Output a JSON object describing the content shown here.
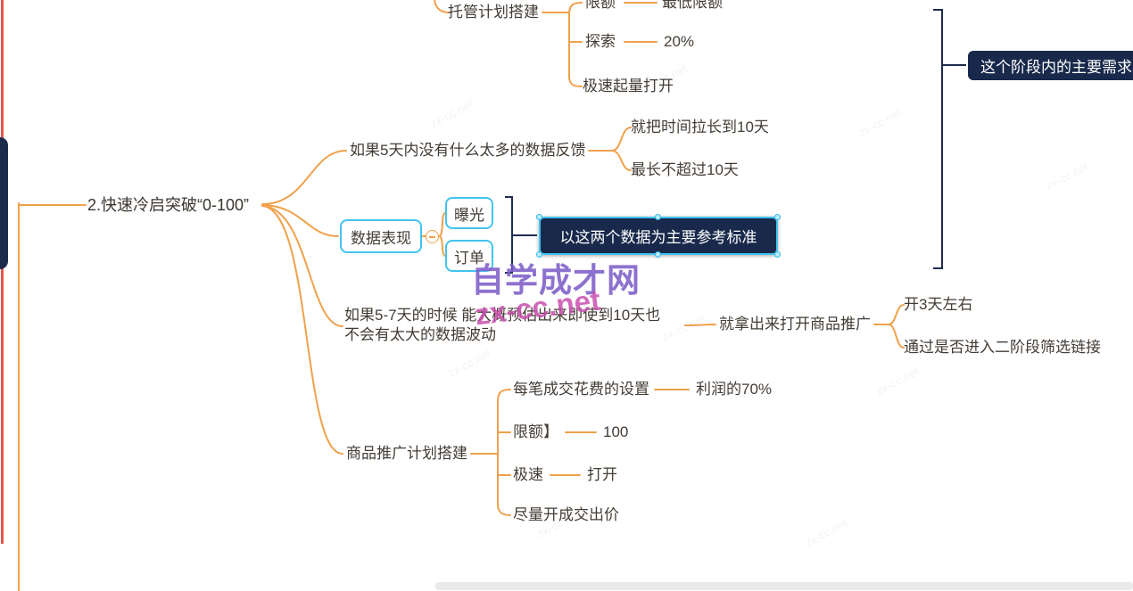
{
  "main_topic": "2.快速冷启突破“0-100”",
  "tuoguan": {
    "label": "托管计划搭建",
    "row1_label": "限额",
    "row1_value": "最低限额",
    "row2_label": "探索",
    "row2_value": "20%",
    "row3_label": "极速起量打开"
  },
  "five_days": {
    "label": "如果5天内没有什么太多的数据反馈",
    "child1": "就把时间拉长到10天",
    "child2": "最长不超过10天"
  },
  "data_perf": {
    "label": "数据表现",
    "child1": "曝光",
    "child2": "订单",
    "summary": "以这两个数据为主要参考标准"
  },
  "five_seven": {
    "label": "如果5-7天的时候  能大概预估出来即使到10天也\n不会有太大的数据波动",
    "next": "就拿出来打开商品推广",
    "child1": "开3天左右",
    "child2": "通过是否进入二阶段筛选链接"
  },
  "promo": {
    "label": "商品推广计划搭建",
    "row1_label": "每笔成交花费的设置",
    "row1_value": "利润的70%",
    "row2_label": "限额】",
    "row2_value": "100",
    "row3_label": "极速",
    "row3_value": "打开",
    "row4_label": "尽量开成交出价"
  },
  "stage_summary": "这个阶段内的主要需求",
  "watermark": {
    "brand": "自学成才网",
    "site": "zx-cc.net"
  },
  "colors": {
    "branch_orange": "#f0a14b",
    "highlight_cyan": "#41c4f0",
    "box_navy": "#18294b",
    "guide_red": "#e2574e",
    "watermark_purple": "#7e5ec9",
    "watermark_pink": "#c94fae"
  }
}
